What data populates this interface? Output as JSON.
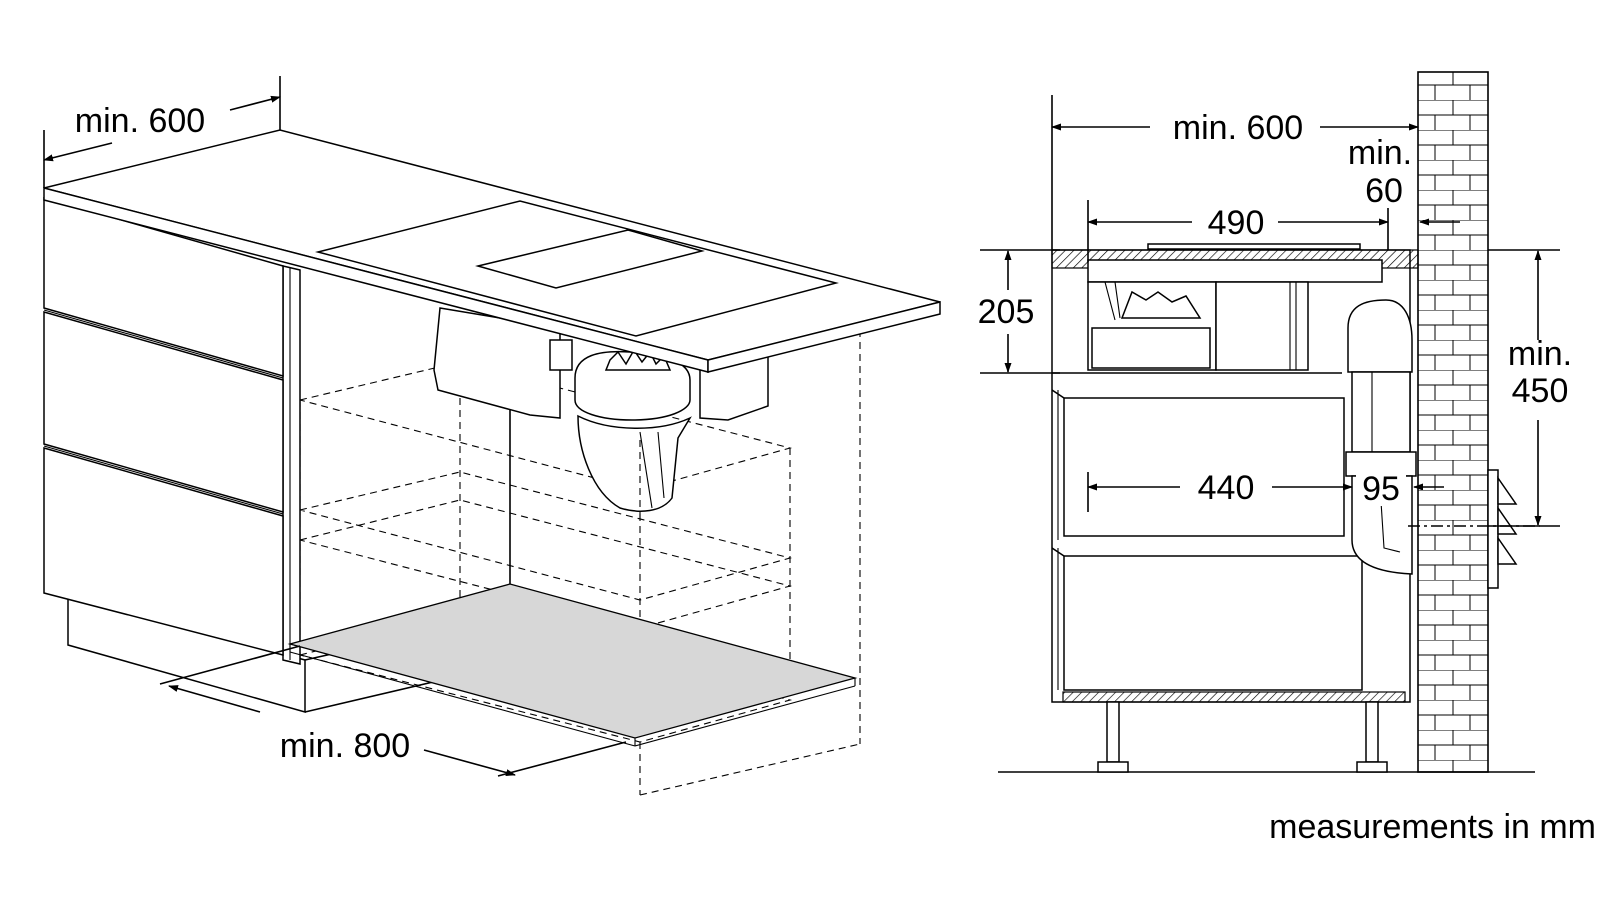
{
  "left_view": {
    "width_label": "min. 600",
    "depth_label": "min. 800"
  },
  "side_view": {
    "width_label": "min. 600",
    "wall_gap_label_line1": "min.",
    "wall_gap_label_line2": "60",
    "hob_depth_label": "490",
    "hob_height_label": "205",
    "drawer_depth_label": "440",
    "duct_label": "95",
    "outlet_height_label_line1": "min.",
    "outlet_height_label_line2": "450"
  },
  "footer": {
    "units_note": "measurements in mm"
  }
}
